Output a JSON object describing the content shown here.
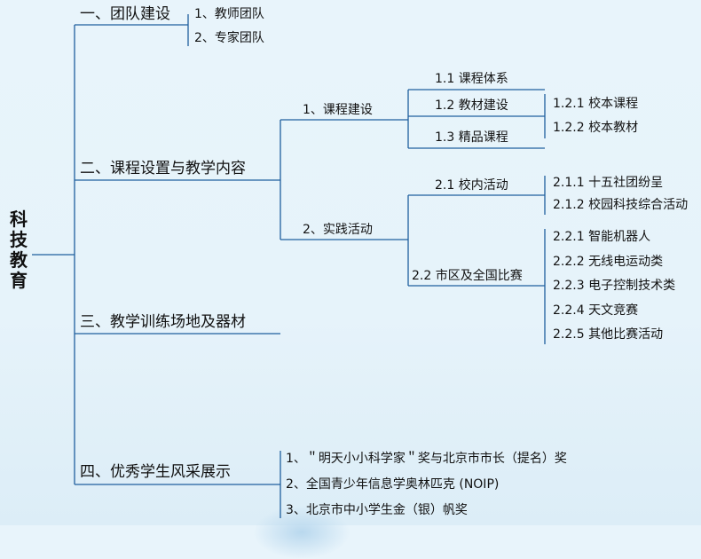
{
  "root": "科技教育",
  "branches": {
    "b1": "一、团队建设",
    "b1_items": [
      "1、教师团队",
      "2、专家团队"
    ],
    "b2": "二、课程设置与教学内容",
    "b2_c1": "1、课程建设",
    "b2_c1_items": [
      "1.1 课程体系",
      "1.2 教材建设",
      "1.3 精品课程"
    ],
    "b2_c1_sub": [
      "1.2.1 校本课程",
      "1.2.2 校本教材"
    ],
    "b2_c2": "2、实践活动",
    "b2_c2_items": [
      "2.1 校内活动",
      "2.2 市区及全国比赛"
    ],
    "b2_c2_sub21": [
      "2.1.1 十五社团纷呈",
      "2.1.2 校园科技综合活动"
    ],
    "b2_c2_sub22": [
      "2.2.1 智能机器人",
      "2.2.2 无线电运动类",
      "2.2.3 电子控制技术类",
      "2.2.4 天文竞赛",
      "2.2.5 其他比赛活动"
    ],
    "b3": "三、教学训练场地及器材",
    "b4": "四、优秀学生风采展示",
    "b4_items": [
      "1、＂明天小小科学家＂奖与北京市市长（提名）奖",
      "2、全国青少年信息学奥林匹克 (NOIP)",
      "3、北京市中小学生金（银）帆奖"
    ]
  },
  "colors": {
    "line": "#1f5f9e",
    "text": "#111111",
    "background": "#e6f3fa"
  }
}
